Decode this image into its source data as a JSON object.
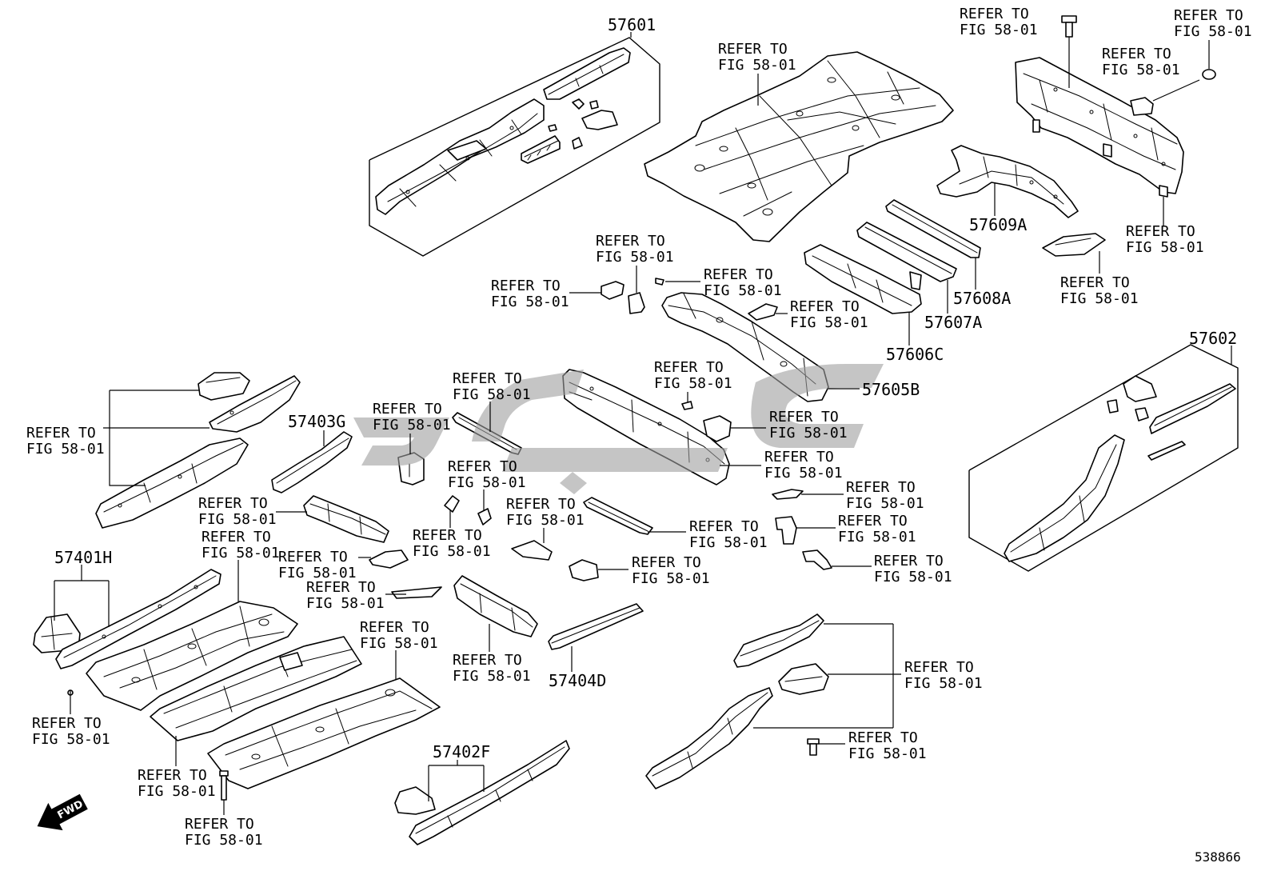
{
  "diagram": {
    "id": "538866",
    "fwd_label": "FWD"
  },
  "parts": [
    {
      "number": "57601"
    },
    {
      "number": "57602"
    },
    {
      "number": "57609A"
    },
    {
      "number": "57608A"
    },
    {
      "number": "57607A"
    },
    {
      "number": "57606C"
    },
    {
      "number": "57605B"
    },
    {
      "number": "57403G"
    },
    {
      "number": "57401H"
    },
    {
      "number": "57404D"
    },
    {
      "number": "57402F"
    }
  ],
  "references": [
    {
      "line1": "REFER TO",
      "line2": "FIG 58-01"
    },
    {
      "line1": "REFER TO",
      "line2": "FIG 58-01"
    },
    {
      "line1": "REFER TO",
      "line2": "FIG 58-01"
    },
    {
      "line1": "REFER TO",
      "line2": "FIG 58-01"
    },
    {
      "line1": "REFER TO",
      "line2": "FIG 58-01"
    },
    {
      "line1": "REFER TO",
      "line2": "FIG 58-01"
    },
    {
      "line1": "REFER TO",
      "line2": "FIG 58-01"
    },
    {
      "line1": "REFER TO",
      "line2": "FIG 58-01"
    },
    {
      "line1": "REFER TO",
      "line2": "FIG 58-01"
    },
    {
      "line1": "REFER TO",
      "line2": "FIG 58-01"
    },
    {
      "line1": "REFER TO",
      "line2": "FIG 58-01"
    },
    {
      "line1": "REFER TO",
      "line2": "FIG 58-01"
    },
    {
      "line1": "REFER TO",
      "line2": "FIG 58-01"
    },
    {
      "line1": "REFER TO",
      "line2": "FIG 58-01"
    },
    {
      "line1": "REFER TO",
      "line2": "FIG 58-01"
    },
    {
      "line1": "REFER TO",
      "line2": "FIG 58-01"
    },
    {
      "line1": "REFER TO",
      "line2": "FIG 58-01"
    },
    {
      "line1": "REFER TO",
      "line2": "FIG 58-01"
    },
    {
      "line1": "REFER TO",
      "line2": "FIG 58-01"
    },
    {
      "line1": "REFER TO",
      "line2": "FIG 58-01"
    },
    {
      "line1": "REFER TO",
      "line2": "FIG 58-01"
    },
    {
      "line1": "REFER TO",
      "line2": "FIG 58-01"
    },
    {
      "line1": "REFER TO",
      "line2": "FIG 58-01"
    },
    {
      "line1": "REFER TO",
      "line2": "FIG 58-01"
    },
    {
      "line1": "REFER TO",
      "line2": "FIG 58-01"
    },
    {
      "line1": "REFER TO",
      "line2": "FIG 58-01"
    },
    {
      "line1": "REFER TO",
      "line2": "FIG 58-01"
    },
    {
      "line1": "REFER TO",
      "line2": "FIG 58-01"
    },
    {
      "line1": "REFER TO",
      "line2": "FIG 58-01"
    },
    {
      "line1": "REFER TO",
      "line2": "FIG 58-01"
    },
    {
      "line1": "REFER TO",
      "line2": "FIG 58-01"
    },
    {
      "line1": "REFER TO",
      "line2": "FIG 58-01"
    },
    {
      "line1": "REFER TO",
      "line2": "FIG 58-01"
    },
    {
      "line1": "REFER TO",
      "line2": "FIG 58-01"
    },
    {
      "line1": "REFER TO",
      "line2": "FIG 58-01"
    }
  ],
  "colors": {
    "background": "#ffffff",
    "line": "#000000",
    "watermark": "#9e9e9e"
  }
}
